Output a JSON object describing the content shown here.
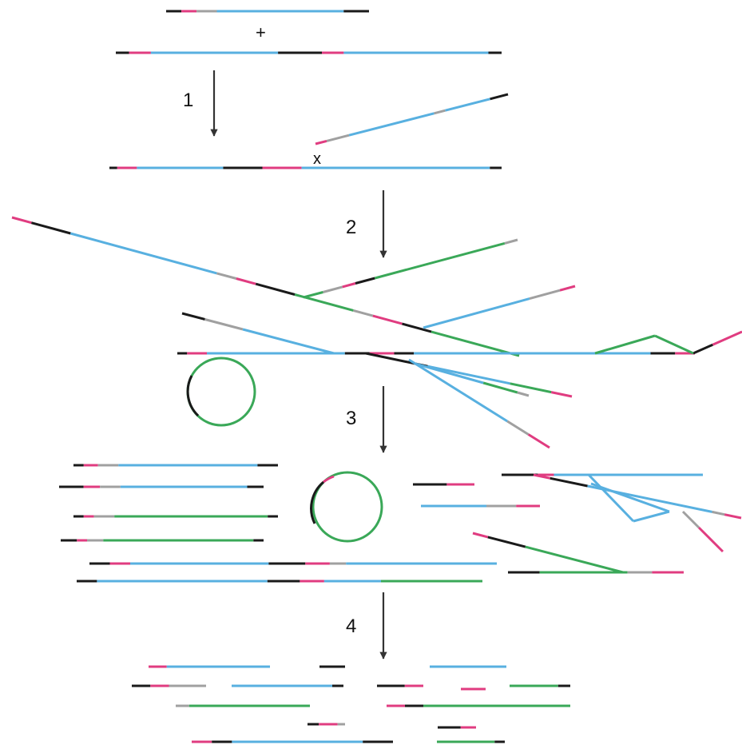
{
  "labels": {
    "plus": "+",
    "crossover": "x",
    "step1": "1",
    "step2": "2",
    "step3": "3",
    "step4": "4"
  },
  "colors": {
    "blue": "#58b0e0",
    "pink": "#e03c80",
    "black": "#1a1a1a",
    "green": "#3aa858",
    "gray": "#a0a0a0",
    "arrow": "#333333"
  }
}
